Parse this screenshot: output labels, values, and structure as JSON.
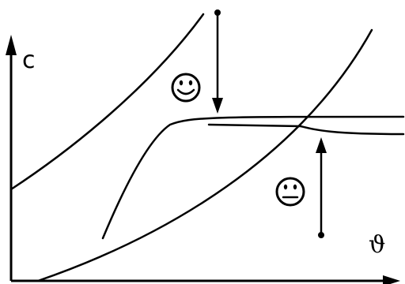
{
  "axes": {
    "y_label": "c",
    "x_label": "ϑ"
  },
  "colors": {
    "ink": "#000000",
    "background": "#ffffff"
  },
  "markers": [
    {
      "kind": "smiley",
      "mood": "happy"
    },
    {
      "kind": "smiley",
      "mood": "neutral"
    }
  ]
}
